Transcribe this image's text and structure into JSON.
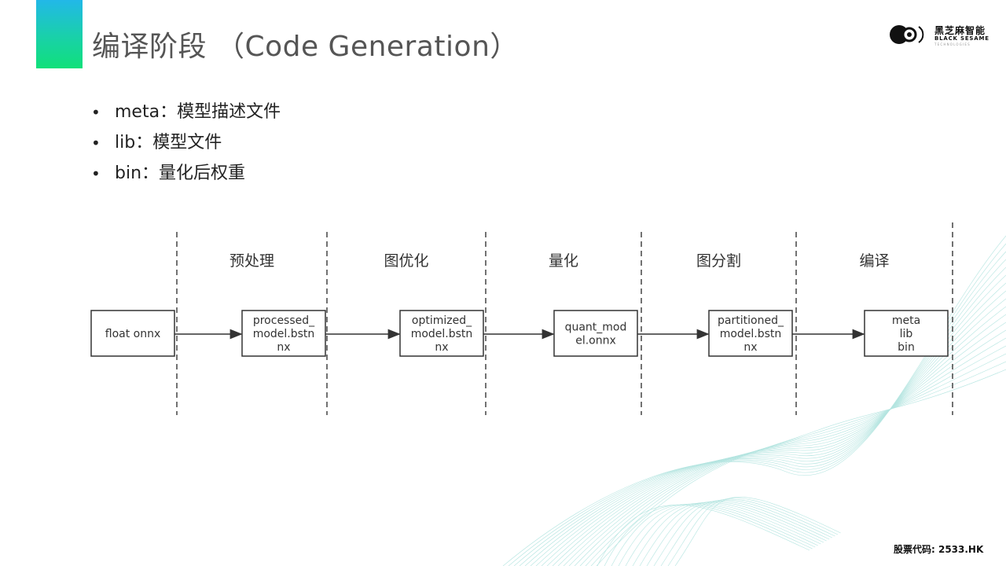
{
  "slide": {
    "title": "编译阶段 （Code Generation）",
    "stock_code": "股票代码: 2533.HK"
  },
  "logo": {
    "name_cn": "黑芝麻智能",
    "name_en": "BLACK SESAME",
    "name_sub": "TECHNOLOGIES",
    "icon": "black-sesame-logo-icon"
  },
  "bullets": [
    {
      "text": "meta：模型描述文件"
    },
    {
      "text": "lib：模型文件"
    },
    {
      "text": "bin：量化后权重"
    }
  ],
  "pipeline": {
    "stages": [
      "预处理",
      "图优化",
      "量化",
      "图分割",
      "编译"
    ],
    "boxes": [
      {
        "lines": [
          "float onnx"
        ]
      },
      {
        "lines": [
          "processed_",
          "model.bstn",
          "nx"
        ]
      },
      {
        "lines": [
          "optimized_",
          "model.bstn",
          "nx"
        ]
      },
      {
        "lines": [
          "quant_mod",
          "el.onnx"
        ]
      },
      {
        "lines": [
          "partitioned_",
          "model.bstn",
          "nx"
        ]
      },
      {
        "lines": [
          "meta",
          "lib",
          "bin"
        ]
      }
    ]
  },
  "colors": {
    "accent_top": "#22b8e8",
    "accent_bottom": "#10e07a",
    "wave": "#2bb5a8"
  }
}
